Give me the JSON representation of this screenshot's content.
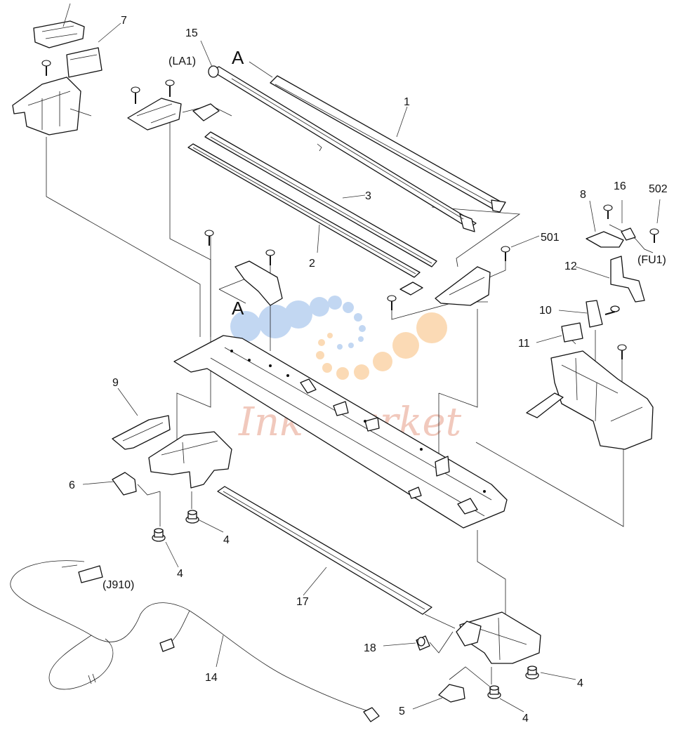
{
  "watermark": {
    "text": "Ink-Market",
    "colors": {
      "blue": "#bcd3f1",
      "orange": "#fbd7ae",
      "text": "#f1c9bd"
    }
  },
  "callouts": {
    "c1": "1",
    "c2": "2",
    "c3": "3",
    "c4": "4",
    "c5": "5",
    "c6": "6",
    "c7": "7",
    "c8": "8",
    "c9": "9",
    "c10": "10",
    "c11": "11",
    "c12": "12",
    "c14": "14",
    "c15": "15",
    "c16": "16",
    "c17": "17",
    "c18": "18",
    "c501": "501",
    "c502": "502",
    "la1": "(LA1)",
    "fu1": "(FU1)",
    "j910": "(J910)",
    "ref_a": "A"
  }
}
